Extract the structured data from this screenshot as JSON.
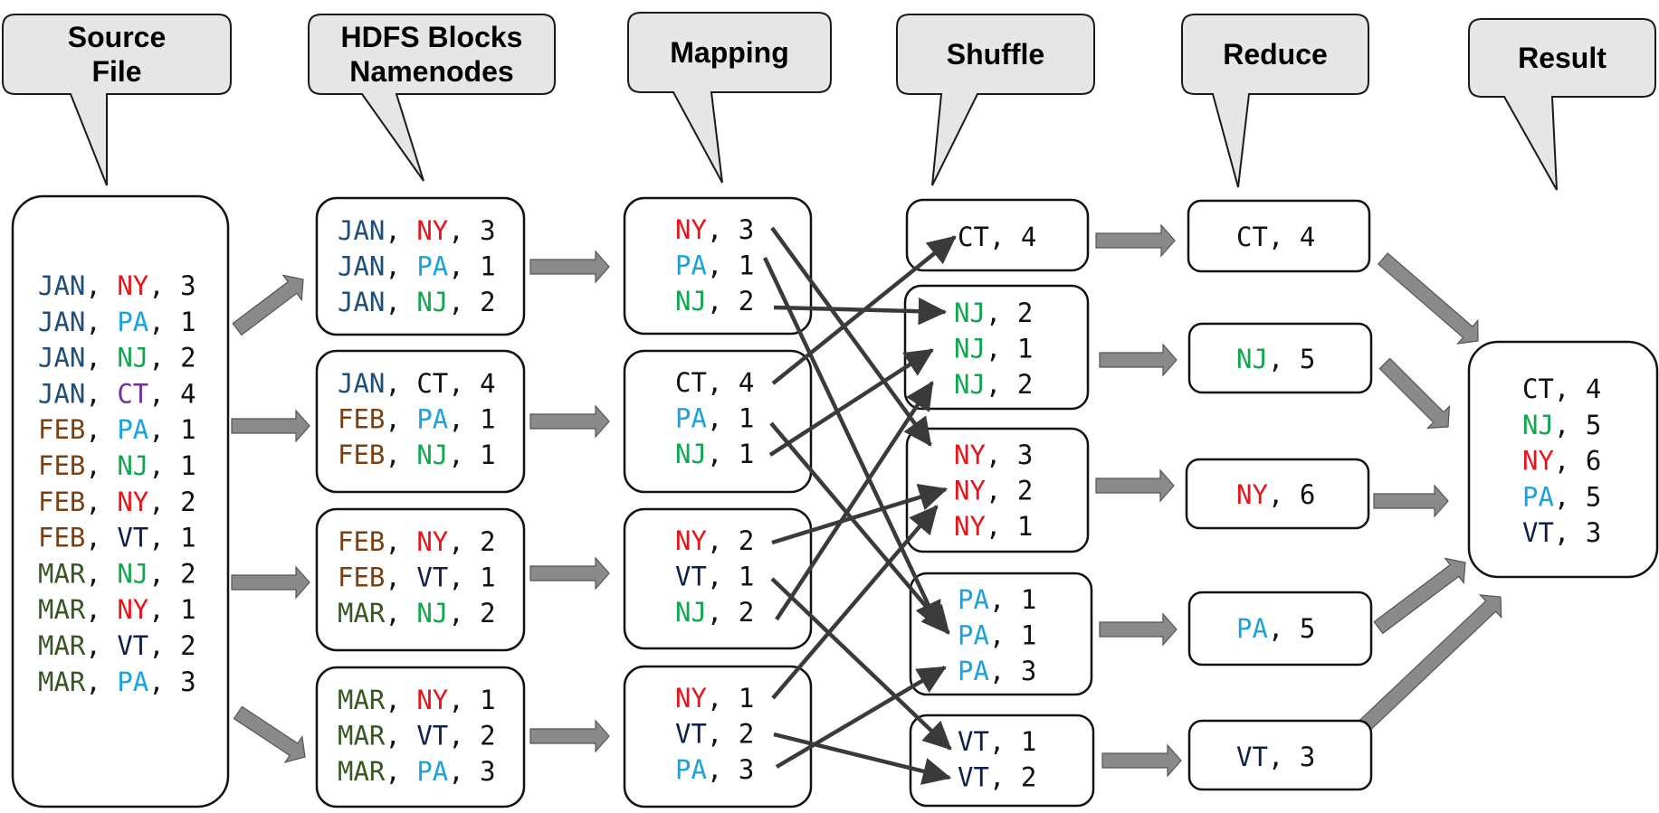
{
  "colors": {
    "JAN": "#1f4e79",
    "FEB": "#7b3f12",
    "MAR": "#375623",
    "NY": "#e8141a",
    "PA": "#1aa3dc",
    "NJ": "#10a84f",
    "CT_source": "#7030a0",
    "VT": "#0f1f4d",
    "default": "#111111"
  },
  "stages": [
    {
      "id": "source",
      "title_lines": [
        "Source",
        "File"
      ]
    },
    {
      "id": "hdfs",
      "title_lines": [
        "HDFS Blocks",
        "Namenodes"
      ]
    },
    {
      "id": "mapping",
      "title_lines": [
        "Mapping"
      ]
    },
    {
      "id": "shuffle",
      "title_lines": [
        "Shuffle"
      ]
    },
    {
      "id": "reduce",
      "title_lines": [
        "Reduce"
      ]
    },
    {
      "id": "result",
      "title_lines": [
        "Result"
      ]
    }
  ],
  "source_file": [
    [
      "JAN",
      "NY",
      "3"
    ],
    [
      "JAN",
      "PA",
      "1"
    ],
    [
      "JAN",
      "NJ",
      "2"
    ],
    [
      "JAN",
      "CT",
      "4"
    ],
    [
      "FEB",
      "PA",
      "1"
    ],
    [
      "FEB",
      "NJ",
      "1"
    ],
    [
      "FEB",
      "NY",
      "2"
    ],
    [
      "FEB",
      "VT",
      "1"
    ],
    [
      "MAR",
      "NJ",
      "2"
    ],
    [
      "MAR",
      "NY",
      "1"
    ],
    [
      "MAR",
      "VT",
      "2"
    ],
    [
      "MAR",
      "PA",
      "3"
    ]
  ],
  "hdfs_blocks": [
    [
      [
        "JAN",
        "NY",
        "3"
      ],
      [
        "JAN",
        "PA",
        "1"
      ],
      [
        "JAN",
        "NJ",
        "2"
      ]
    ],
    [
      [
        "JAN",
        "CT",
        "4"
      ],
      [
        "FEB",
        "PA",
        "1"
      ],
      [
        "FEB",
        "NJ",
        "1"
      ]
    ],
    [
      [
        "FEB",
        "NY",
        "2"
      ],
      [
        "FEB",
        "VT",
        "1"
      ],
      [
        "MAR",
        "NJ",
        "2"
      ]
    ],
    [
      [
        "MAR",
        "NY",
        "1"
      ],
      [
        "MAR",
        "VT",
        "2"
      ],
      [
        "MAR",
        "PA",
        "3"
      ]
    ]
  ],
  "mapping": [
    [
      [
        "NY",
        "3"
      ],
      [
        "PA",
        "1"
      ],
      [
        "NJ",
        "2"
      ]
    ],
    [
      [
        "CT",
        "4"
      ],
      [
        "PA",
        "1"
      ],
      [
        "NJ",
        "1"
      ]
    ],
    [
      [
        "NY",
        "2"
      ],
      [
        "VT",
        "1"
      ],
      [
        "NJ",
        "2"
      ]
    ],
    [
      [
        "NY",
        "1"
      ],
      [
        "VT",
        "2"
      ],
      [
        "PA",
        "3"
      ]
    ]
  ],
  "shuffle": [
    [
      [
        "CT",
        "4"
      ]
    ],
    [
      [
        "NJ",
        "2"
      ],
      [
        "NJ",
        "1"
      ],
      [
        "NJ",
        "2"
      ]
    ],
    [
      [
        "NY",
        "3"
      ],
      [
        "NY",
        "2"
      ],
      [
        "NY",
        "1"
      ]
    ],
    [
      [
        "PA",
        "1"
      ],
      [
        "PA",
        "1"
      ],
      [
        "PA",
        "3"
      ]
    ],
    [
      [
        "VT",
        "1"
      ],
      [
        "VT",
        "2"
      ]
    ]
  ],
  "reduce": [
    [
      "CT",
      "4"
    ],
    [
      "NJ",
      "5"
    ],
    [
      "NY",
      "6"
    ],
    [
      "PA",
      "5"
    ],
    [
      "VT",
      "3"
    ]
  ],
  "result": [
    [
      "CT",
      "4"
    ],
    [
      "NJ",
      "5"
    ],
    [
      "NY",
      "6"
    ],
    [
      "PA",
      "5"
    ],
    [
      "VT",
      "3"
    ]
  ]
}
